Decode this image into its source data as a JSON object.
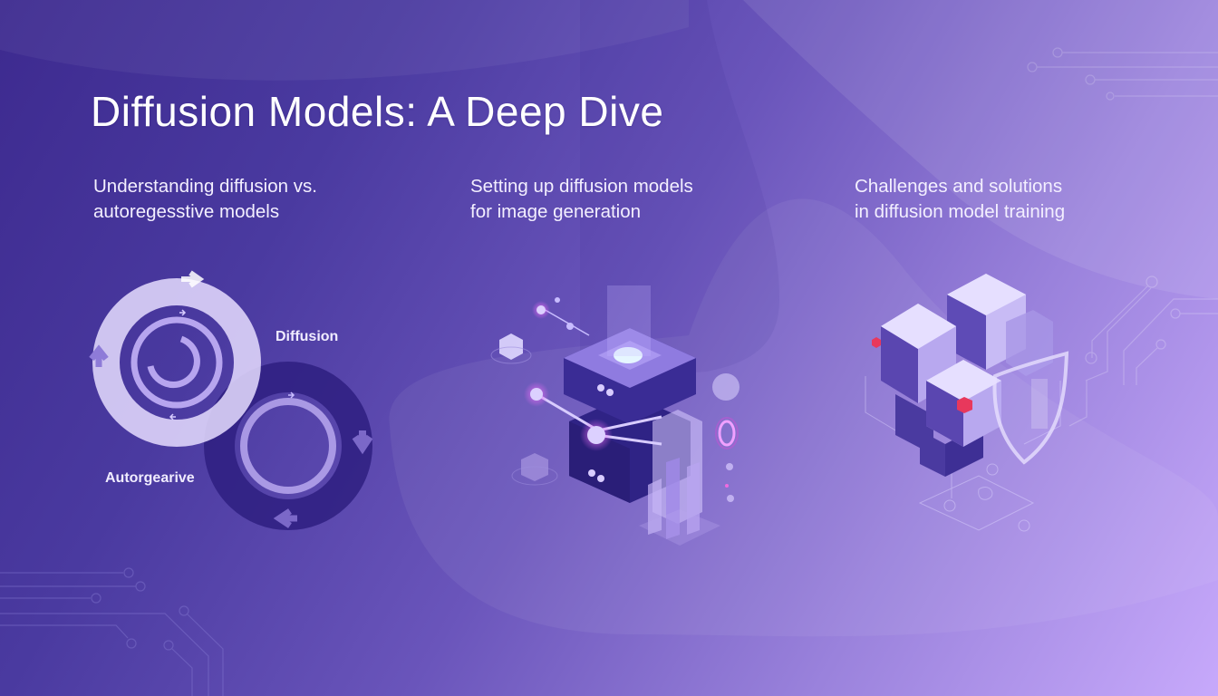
{
  "slide": {
    "title": "Diffusion Models: A Deep Dive",
    "colors": {
      "bg_dark": "#3d2a8f",
      "bg_mid": "#6a55bb",
      "bg_light": "#c7a9fb",
      "text": "#ffffff",
      "accent_pink": "#d94ad6",
      "accent_red": "#e8385c"
    }
  },
  "topics": [
    {
      "line1": "Understanding diffusion vs.",
      "line2": "autoregesstive models",
      "illustration": {
        "icon": "two-cycles-icon",
        "label_top": "Diffusion",
        "label_bottom": "Autorgearive"
      }
    },
    {
      "line1": "Setting up diffusion models",
      "line2": "for image generation",
      "illustration": {
        "icon": "isometric-server-stack-icon"
      }
    },
    {
      "line1": "Challenges and solutions",
      "line2": "in diffusion model training",
      "illustration": {
        "icon": "cubes-with-shield-icon"
      }
    }
  ]
}
